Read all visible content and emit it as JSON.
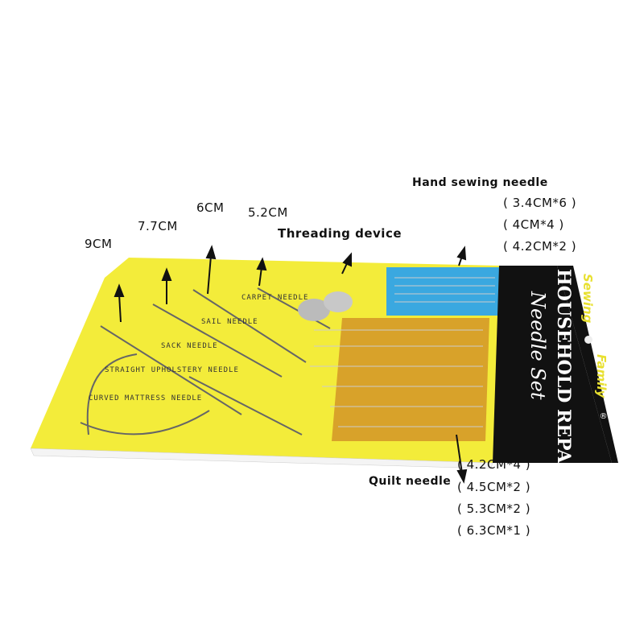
{
  "annotations": {
    "len_9": "9CM",
    "len_7_7": "7.7CM",
    "len_6": "6CM",
    "len_5_2": "5.2CM",
    "threading": "Threading device",
    "hand_title": "Hand sewing needle",
    "hand_sizes": [
      "( 3.4CM*6 )",
      "( 4CM*4 )",
      "( 4.2CM*2 )"
    ],
    "quilt_title": "Quilt needle",
    "quilt_sizes": [
      "( 4.2CM*4 )",
      "( 4.5CM*2 )",
      "( 5.3CM*2 )",
      "( 6.3CM*1 )"
    ]
  },
  "card": {
    "needle_labels": [
      "CARPET NEEDLE",
      "SAIL NEEDLE",
      "SACK NEEDLE",
      "STRAIGHT UPHOLSTERY NEEDLE",
      "CURVED MATTRESS NEEDLE"
    ],
    "brand_top": "Sewing",
    "brand_family": "Family",
    "title": "HOUSEHOLD REPAIR",
    "subtitle": "Needle Set",
    "registered": "®"
  },
  "colors": {
    "card": "#f3ec3a",
    "panel": "#111111",
    "blue": "#3aa8e0",
    "gold": "#d8a22a"
  }
}
